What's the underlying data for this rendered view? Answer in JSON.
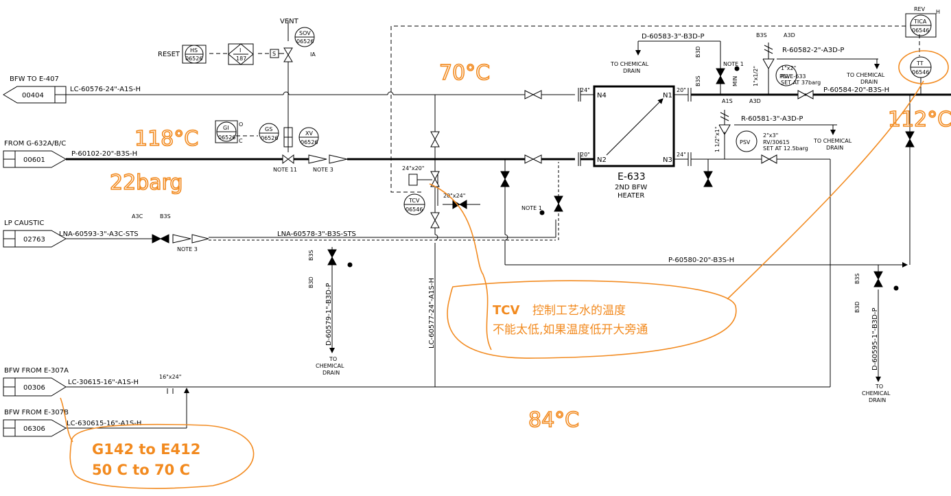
{
  "colors": {
    "line": "#000000",
    "annotation": "#f28a1f"
  },
  "offpage": {
    "bfw_to_e407": {
      "title": "BFW TO E-407",
      "num": "00404"
    },
    "from_g632": {
      "title": "FROM G-632A/B/C",
      "num": "00601"
    },
    "lp_caustic": {
      "title": "LP CAUSTIC",
      "num": "02763"
    },
    "bfw_from_e307a": {
      "title": "BFW FROM E-307A",
      "num": "00306"
    },
    "bfw_from_e307b": {
      "title": "BFW FROM E-307B",
      "num": "06306"
    }
  },
  "lines": {
    "lc60576": "LC-60576-24\"-A1S-H",
    "p60102": "P-60102-20\"-B3S-H",
    "lna60593": "LNA-60593-3\"-A3C-STS",
    "lna60578": "LNA-60578-3\"-B3S-STS",
    "d60579": "D-60579-1\"-B3D-P",
    "lc60577": "LC-60577-24\"-A1S-H",
    "lc30615": "LC-30615-16\"-A1S-H",
    "lc630615": "LC-630615-16\"-A1S-H",
    "p60580": "P-60580-20\"-B3S-H",
    "d60583": "D-60583-3\"-B3D-P",
    "r60582": "R-60582-2\"-A3D-P",
    "p60584": "P-60584-20\"-B3S-H",
    "r60581": "R-60581-3\"-A3D-P",
    "d60595": "D-60595-1\"-B3D-P"
  },
  "instruments": {
    "hs": {
      "tag": "HS",
      "num": "06526"
    },
    "i187": {
      "tag": "I",
      "num": "187"
    },
    "sov": {
      "tag": "SOV",
      "num": "06526"
    },
    "gi": {
      "tag": "GI",
      "num": "06526"
    },
    "gs": {
      "tag": "GS",
      "num": "06526"
    },
    "xv": {
      "tag": "XV",
      "num": "06526"
    },
    "tcv": {
      "tag": "TCV",
      "num": "06546"
    },
    "tt": {
      "tag": "TT",
      "num": "06546"
    },
    "tica": {
      "tag": "TICA",
      "num": "06546"
    },
    "psv1": {
      "tag": "PSV"
    },
    "psv2": {
      "tag": "PSV"
    }
  },
  "labels": {
    "reset": "RESET",
    "vent": "VENT",
    "ia": "IA",
    "s": "S",
    "o": "O",
    "c": "C",
    "note11": "NOTE 11",
    "note3a": "NOTE 3",
    "note3b": "NOTE 3",
    "note1a": "NOTE 1",
    "note1b": "NOTE 1",
    "a3c": "A3C",
    "b3s_1": "B3S",
    "b3s_2": "B3S",
    "b3d_1": "B3D",
    "b3s_3": "B3S",
    "b3d_2": "B3D",
    "b3s_4": "B3S",
    "b3d_3": "B3D",
    "b3s_5": "B3S",
    "a3d_1": "A3D",
    "a1s": "A1S",
    "a3d_2": "A3D",
    "min": "MIN",
    "rev": "REV",
    "h": "H",
    "size_24x20": "24\"x20\"",
    "size_20x24": "20\"x24\"",
    "size_16x24": "16\"x24\"",
    "size_1x2": "1\"x1/2\"",
    "size_1x2b": "1\"x2\"",
    "size_1_5x1": "1 1/2\"x1\"",
    "size_2x3": "2\"x3\"",
    "n24a": "24\"",
    "n20a": "20\"",
    "n20b": "20\"",
    "n24b": "24\"",
    "psv1_rv": "RV/E-633",
    "psv1_set": "SET AT 37barg",
    "psv2_rv": "RV/30615",
    "psv2_set": "SET AT 12.5barg",
    "to_chem_1a": "TO CHEMICAL",
    "to_chem_1b": "DRAIN",
    "to_chem_2a": "TO CHEMICAL",
    "to_chem_2b": "DRAIN",
    "to_chem_3a": "TO CHEMICAL",
    "to_chem_3b": "DRAIN",
    "to_chem_4a": "TO",
    "to_chem_4b": "CHEMICAL",
    "to_chem_4c": "DRAIN",
    "to_chem_5a": "TO",
    "to_chem_5b": "CHEMICAL",
    "to_chem_5c": "DRAIN"
  },
  "heater": {
    "tag": "E-633",
    "line1": "2ND BFW",
    "line2": "HEATER",
    "n1": "N1",
    "n2": "N2",
    "n3": "N3",
    "n4": "N4"
  },
  "handwriting": {
    "t70": "70°C",
    "t118": "118°C",
    "p22": "22barg",
    "t112": "112°C",
    "t84": "84°C"
  },
  "annotations": {
    "tcv_title": "TCV",
    "tcv_line1": "控制工艺水的温度",
    "tcv_line2": "不能太低,如果温度低开大旁通",
    "g142_line1": "G142 to E412",
    "g142_line2": "50 C to 70 C"
  }
}
